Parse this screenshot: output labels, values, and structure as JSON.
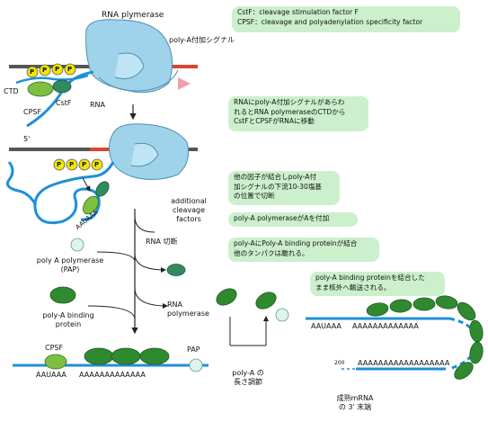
{
  "notes": {
    "note1": "CstF：cleavage stimulation factor F\nCPSF：cleavage and polyadenylation specificity factor",
    "note2": "RNAにpoly-A付加シグナルがあらわ\nれるとRNA polymeraseのCTDから\nCstFとCPSFがRNAに移動",
    "note3": "他の因子が結合しpoly-A付\n加シグナルの下流10-30塩基\nの位置で切断",
    "note4": "poly-A polymeraseがAを付加",
    "note5": "poly-AにPoly-A binding proteinが結合\n他のタンパクは離れる。",
    "note6": "poly-A binding proteinを結合した\nまま核外へ輸送される。"
  },
  "labels": {
    "rna_polymerase_top": "RNA plymerase",
    "polya_signal": "poly-A付加シグナル",
    "ctd": "CTD",
    "p": "P",
    "cpsf": "CPSF",
    "cstf": "CstF",
    "rna": "RNA",
    "five_prime": "5'",
    "aauaaa": "AAUAAA",
    "additional_factors": "additional\ncleavage\nfactors",
    "rna_cleavage": "RNA 切断",
    "poly_a_polymerase": "poly A polymerase\n(PAP)",
    "rna_polymerase_mid": "RNA\npolymerase",
    "poly_a_binding_protein": "poly-A binding\nprotein",
    "cpsf_bottom": "CPSF",
    "pap": "PAP",
    "aauaaa_bottom": "AAUAAA",
    "polya_tail": "AAAAAAAAAAAAA",
    "length_adjust": "poly-A の\n長さ調節",
    "aauaaa_right": "AAUAAA",
    "polya_right_top": "AAAAAAAAAAAAA",
    "polya_200": "200",
    "polya_right_bottom": "AAAAAAAAAAAAAAAAAA",
    "mature_mrna": "成熟mRNA\nの 3' 末端"
  },
  "colors": {
    "polymerase": "#9fd3ea",
    "dna_dark": "#555555",
    "dna_red": "#d9452f",
    "rna_blue": "#1e90d8",
    "green_dark": "#2f8a2f",
    "green_light": "#7fbf3f",
    "phosphate": "#f2e600",
    "arrow_pink": "#f2a0a8",
    "note_bg": "#ccf0cc",
    "pap_circle": "#dff4ec"
  }
}
